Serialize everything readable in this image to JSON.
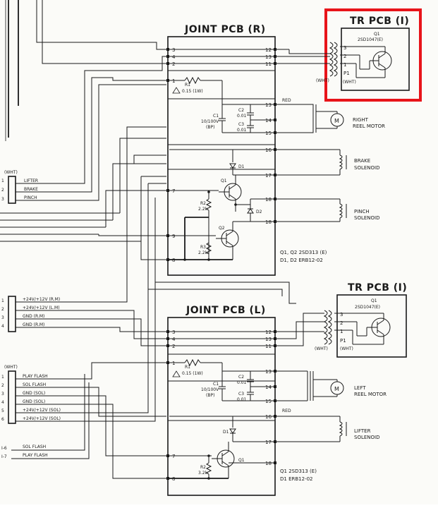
{
  "highlight_color": "#e8141a",
  "joint_r": {
    "title": "JOINT PCB (R)",
    "left_pins": [
      "3",
      "4",
      "2",
      "1",
      "7",
      "9",
      "8"
    ],
    "right_pins": [
      "12",
      "13",
      "11",
      "13",
      "14",
      "15",
      "16",
      "17",
      "18",
      "18"
    ],
    "resistor_r1": "R1",
    "resistor_r1_val": "0.15 (1W)",
    "cap_c1": "C1",
    "cap_c1_val": "10/100V",
    "cap_c1_type": "(BP)",
    "cap_c2": "C2",
    "cap_c2_val": "0.01",
    "cap_c3": "C3",
    "cap_c3_val": "0.01",
    "d1": "D1",
    "d2": "D2",
    "q1": "Q1",
    "q2": "Q2",
    "r2": "R2",
    "r2_val": "2.2k",
    "r3": "R3",
    "r3_val": "2.2k",
    "parts_1": "Q1, Q2   2SD313 (E)",
    "parts_2": "D1, D2   ERB12-02"
  },
  "joint_l": {
    "title": "JOINT PCB (L)",
    "left_pins": [
      "3",
      "4",
      "2",
      "1",
      "7",
      "8"
    ],
    "right_pins": [
      "12",
      "13",
      "11",
      "13",
      "14",
      "15",
      "16",
      "17",
      "18"
    ],
    "resistor_r1": "R1",
    "resistor_r1_val": "0.15 (1W)",
    "cap_c1": "C1",
    "cap_c1_val": "10/100V",
    "cap_c1_type": "(BP)",
    "cap_c2": "C2",
    "cap_c2_val": "0.01",
    "cap_c3": "C3",
    "cap_c3_val": "0.01",
    "d1": "D1",
    "q1": "Q1",
    "r2": "R2",
    "r2_val": "3.2k",
    "parts_1": "Q1   2SD313 (E)",
    "parts_2": "D1   ERB12-02"
  },
  "tr_pcb_top": {
    "title": "TR PCB (I)",
    "q": "Q1",
    "part": "2SD1047(E)",
    "pins": [
      "3",
      "2",
      "1"
    ],
    "p1": "P1",
    "wht_left": "(WHT)",
    "wht_right": "(WHT)"
  },
  "tr_pcb_bottom": {
    "title": "TR PCB (I)",
    "q": "Q1",
    "part": "2SD1047(E)",
    "pins": [
      "3",
      "2",
      "1"
    ],
    "p1": "P1",
    "wht_left": "(WHT)",
    "wht_right": "(WHT)"
  },
  "motors": {
    "right_label_1": "RIGHT",
    "right_label_2": "REEL MOTOR",
    "left_label_1": "LEFT",
    "left_label_2": "REEL MOTOR",
    "m": "M",
    "red_top": "RED",
    "red_bottom": "RED"
  },
  "solenoids": {
    "brake_1": "BRAKE",
    "brake_2": "SOLENOID",
    "pinch_1": "PINCH",
    "pinch_2": "SOLENOID",
    "lifter_1": "LIFTER",
    "lifter_2": "SOLENOID"
  },
  "conn_a": {
    "tag": "(WHT)",
    "pins": [
      "1",
      "2",
      "3"
    ],
    "labels": [
      "LIFTER",
      "BRAKE",
      "PINCH"
    ]
  },
  "conn_b": {
    "pins": [
      "1",
      "2",
      "3",
      "4"
    ],
    "labels": [
      "+24V/+12V (R.M)",
      "+24V/+12V (L.M)",
      "GND (R.M)",
      "GND (R.M)"
    ]
  },
  "conn_c": {
    "tag": "(WHT)",
    "pins": [
      "1",
      "2",
      "3",
      "4",
      "5",
      "6"
    ],
    "labels": [
      "PLAY FLASH",
      "SOL FLASH",
      "GND (SOL)",
      "GND (SOL)",
      "+24V/+12V (SOL)",
      "+24V/+12V (SOL)"
    ]
  },
  "bottom_lines": {
    "ref_a": "I-6",
    "ref_b": "I-7",
    "label_a": "SOL FLASH",
    "label_b": "PLAY FLASH"
  }
}
